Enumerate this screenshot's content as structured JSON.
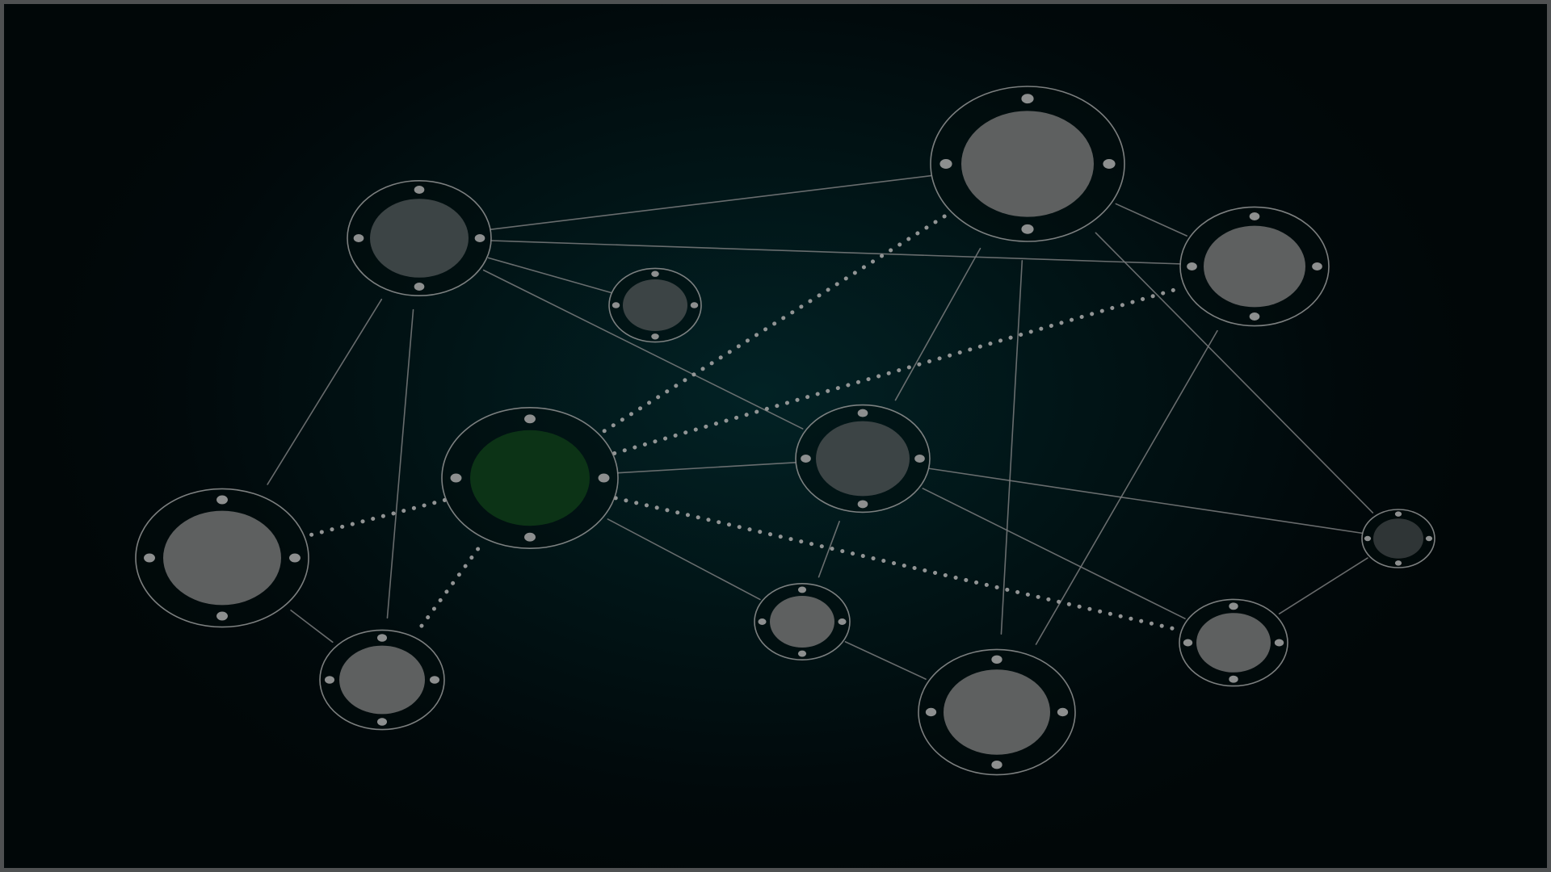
{
  "colors": {
    "background": "#011416",
    "frame": "#4f5152",
    "ring": "#8a8c8c",
    "edge": "#7a7c7d",
    "dotted_edge": "#9a9c9c",
    "node_fill": "#5e6060",
    "node_dark_fill": "#3c4445",
    "highlight_fill": "#0c3316"
  },
  "graph": {
    "nodes": [
      {
        "id": "n-upper-left",
        "tone": "dark"
      },
      {
        "id": "n-small-upper",
        "tone": "dark"
      },
      {
        "id": "n-top-large",
        "tone": "light"
      },
      {
        "id": "n-upper-right",
        "tone": "light"
      },
      {
        "id": "n-center-green",
        "tone": "highlight"
      },
      {
        "id": "n-center",
        "tone": "dark"
      },
      {
        "id": "n-far-left",
        "tone": "light"
      },
      {
        "id": "n-lower-left",
        "tone": "light"
      },
      {
        "id": "n-lower-mid",
        "tone": "light"
      },
      {
        "id": "n-bottom-large",
        "tone": "light"
      },
      {
        "id": "n-lower-right",
        "tone": "light"
      },
      {
        "id": "n-far-right-small",
        "tone": "darkest"
      }
    ],
    "edges": [
      {
        "from": "n-upper-left",
        "to": "n-top-large",
        "style": "solid"
      },
      {
        "from": "n-upper-left",
        "to": "n-upper-right",
        "style": "solid"
      },
      {
        "from": "n-upper-left",
        "to": "n-small-upper",
        "style": "solid"
      },
      {
        "from": "n-upper-left",
        "to": "n-center",
        "style": "solid"
      },
      {
        "from": "n-upper-left",
        "to": "n-far-left",
        "style": "solid"
      },
      {
        "from": "n-upper-left",
        "to": "n-lower-left",
        "style": "solid"
      },
      {
        "from": "n-top-large",
        "to": "n-upper-right",
        "style": "solid"
      },
      {
        "from": "n-top-large",
        "to": "n-center",
        "style": "solid"
      },
      {
        "from": "n-top-large",
        "to": "n-bottom-large",
        "style": "solid"
      },
      {
        "from": "n-top-large",
        "to": "n-far-right-small",
        "style": "solid"
      },
      {
        "from": "n-upper-right",
        "to": "n-bottom-large",
        "style": "solid"
      },
      {
        "from": "n-center-green",
        "to": "n-center",
        "style": "solid"
      },
      {
        "from": "n-center-green",
        "to": "n-lower-mid",
        "style": "solid"
      },
      {
        "from": "n-center",
        "to": "n-lower-mid",
        "style": "solid"
      },
      {
        "from": "n-center",
        "to": "n-far-right-small",
        "style": "solid"
      },
      {
        "from": "n-center",
        "to": "n-lower-right",
        "style": "solid"
      },
      {
        "from": "n-far-left",
        "to": "n-lower-left",
        "style": "solid"
      },
      {
        "from": "n-lower-mid",
        "to": "n-bottom-large",
        "style": "solid"
      },
      {
        "from": "n-lower-right",
        "to": "n-far-right-small",
        "style": "solid"
      },
      {
        "from": "n-center-green",
        "to": "n-top-large",
        "style": "dotted"
      },
      {
        "from": "n-center-green",
        "to": "n-upper-right",
        "style": "dotted"
      },
      {
        "from": "n-center-green",
        "to": "n-far-left",
        "style": "dotted"
      },
      {
        "from": "n-center-green",
        "to": "n-lower-left",
        "style": "dotted"
      },
      {
        "from": "n-center-green",
        "to": "n-lower-right",
        "style": "dotted"
      }
    ]
  }
}
